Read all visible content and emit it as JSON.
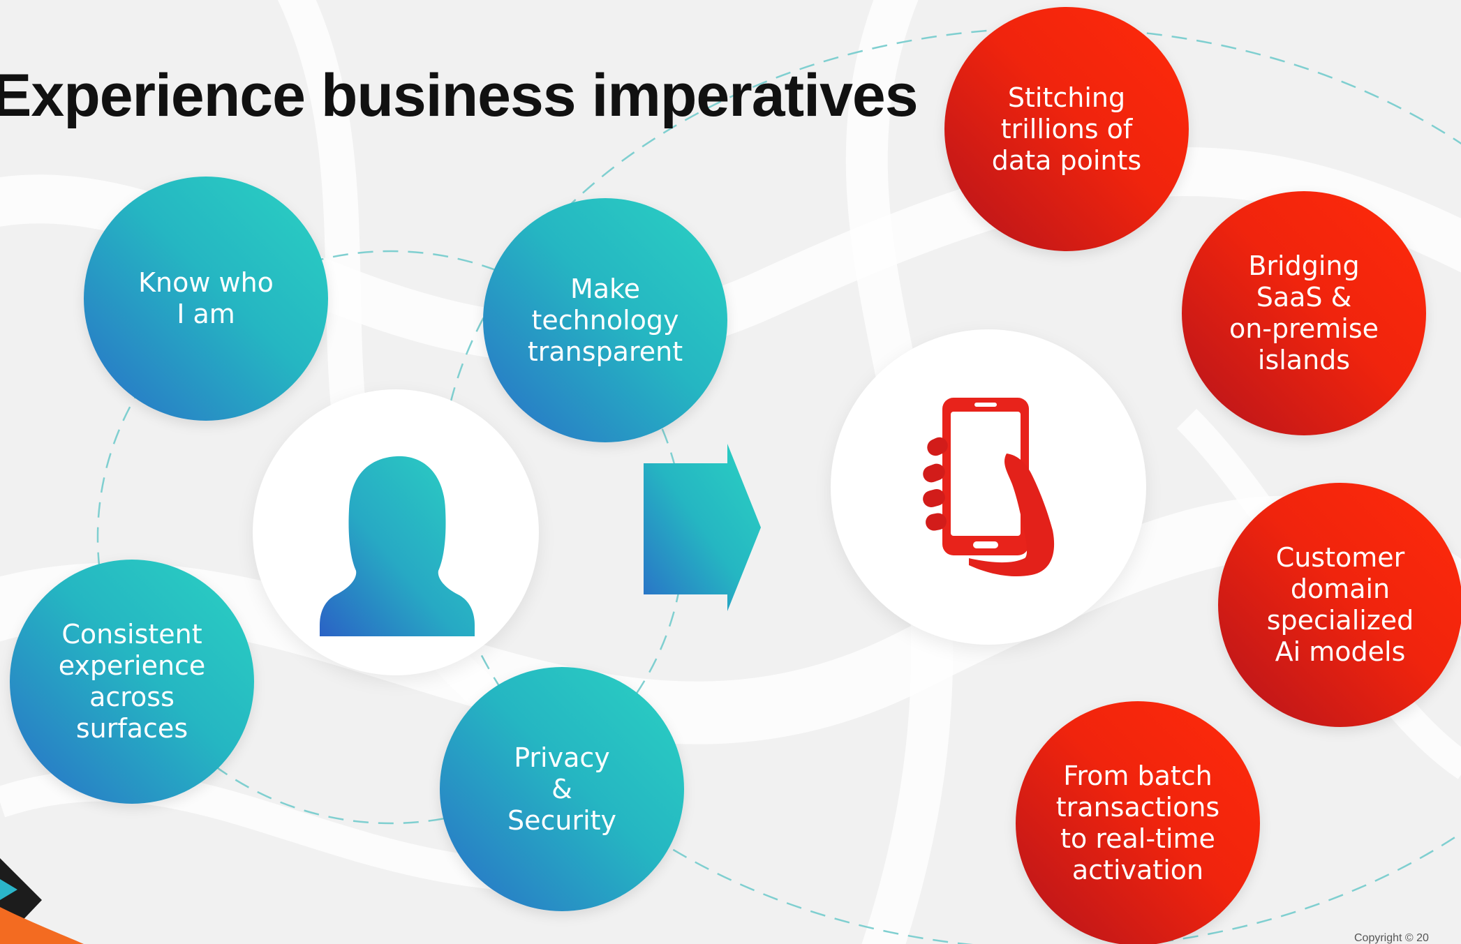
{
  "title": "Experience business imperatives",
  "copyright": "Copyright © 20",
  "colors": {
    "teal_light": "#2bd1c2",
    "teal_dark": "#2a6fc7",
    "red_light": "#ff2a0a",
    "red_dark": "#b5141c",
    "background": "#f1f1f1"
  },
  "customer_imperatives": [
    {
      "label": "Know who\nI am"
    },
    {
      "label": "Make\ntechnology\ntransparent"
    },
    {
      "label": "Consistent\nexperience\nacross\nsurfaces"
    },
    {
      "label": "Privacy\n&\nSecurity"
    }
  ],
  "business_imperatives": [
    {
      "label": "Stitching\ntrillions of\ndata points"
    },
    {
      "label": "Bridging\nSaaS &\non-premise\nislands"
    },
    {
      "label": "Customer\ndomain\nspecialized\nAi models"
    },
    {
      "label": "From batch\ntransactions\nto real-time\nactivation"
    }
  ],
  "icons": {
    "customer": "person-silhouette-icon",
    "device": "hand-holding-phone-icon",
    "flow": "right-arrow-icon"
  }
}
